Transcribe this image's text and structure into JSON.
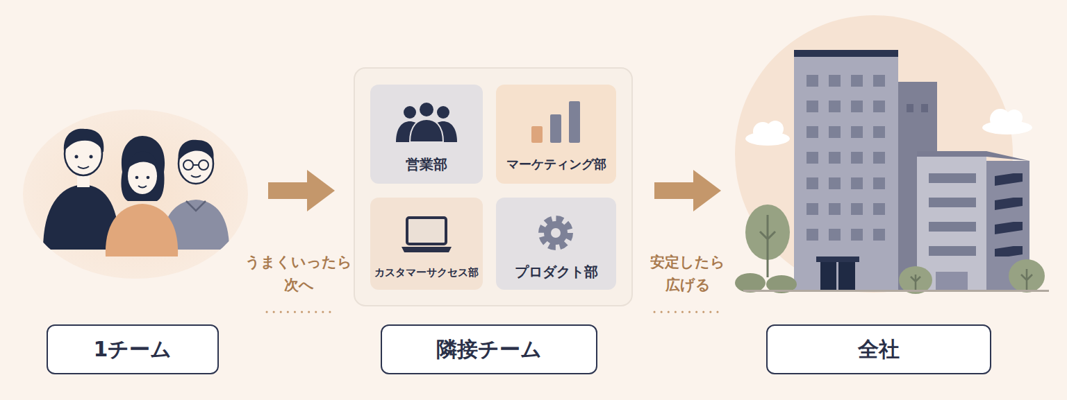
{
  "diagram": {
    "nodes": [
      {
        "text": [
          "1チーム"
        ]
      },
      {
        "text": [
          "営業部"
        ]
      },
      {
        "text": [
          "マーケティング部"
        ]
      },
      {
        "text": [
          "カスタマーサクセス部"
        ]
      },
      {
        "text": [
          "プロダクト部"
        ]
      },
      {
        "text": [
          "隣接チーム"
        ]
      },
      {
        "text": [
          "全社"
        ]
      }
    ],
    "labels": [
      "うまくいったら 次へ",
      "安定したら 広げる"
    ]
  }
}
